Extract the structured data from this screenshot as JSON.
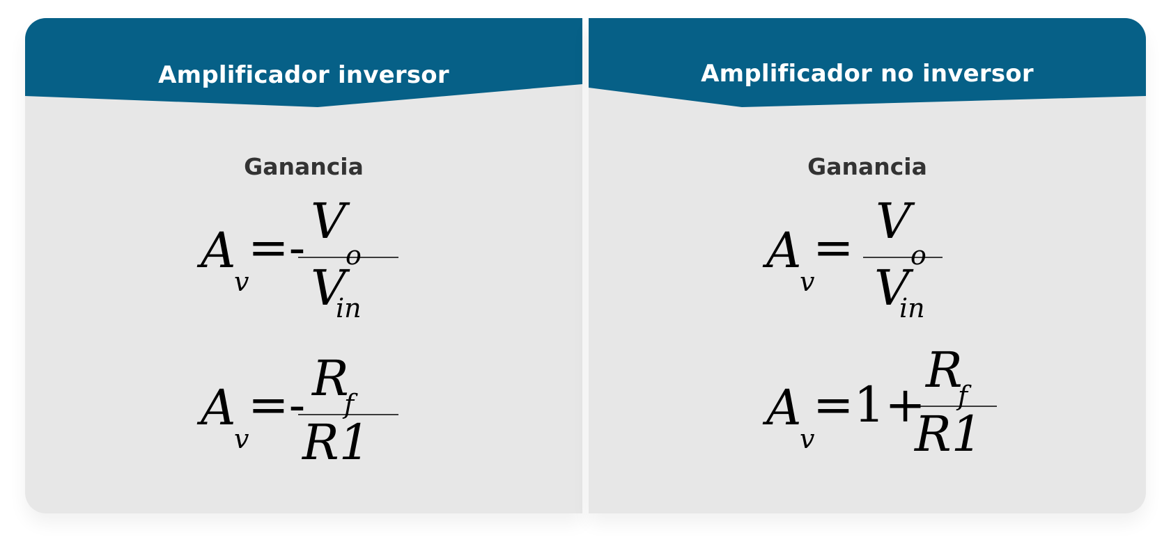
{
  "panels": [
    {
      "title": "Amplificador inversor",
      "subtitle": "Ganancia",
      "formula1": {
        "lhs": "A",
        "lhs_sub": "v",
        "op": "=-",
        "num": "V",
        "num_sub": "o",
        "den": "V",
        "den_sub": "in"
      },
      "formula2": {
        "lhs": "A",
        "lhs_sub": "v",
        "op": "=-",
        "num": "R",
        "num_sub": "f",
        "den": "R1"
      }
    },
    {
      "title": "Amplificador no inversor",
      "subtitle": "Ganancia",
      "formula1": {
        "lhs": "A",
        "lhs_sub": "v",
        "op": "=",
        "num": "V",
        "num_sub": "o",
        "den": "V",
        "den_sub": "in"
      },
      "formula2": {
        "lhs": "A",
        "lhs_sub": "v",
        "op": "=1+",
        "num": "R",
        "num_sub": "f",
        "den": "R1"
      }
    }
  ],
  "colors": {
    "header": "#066087",
    "body": "#e7e7e7",
    "title_text": "#ffffff",
    "subtitle_text": "#333333"
  }
}
